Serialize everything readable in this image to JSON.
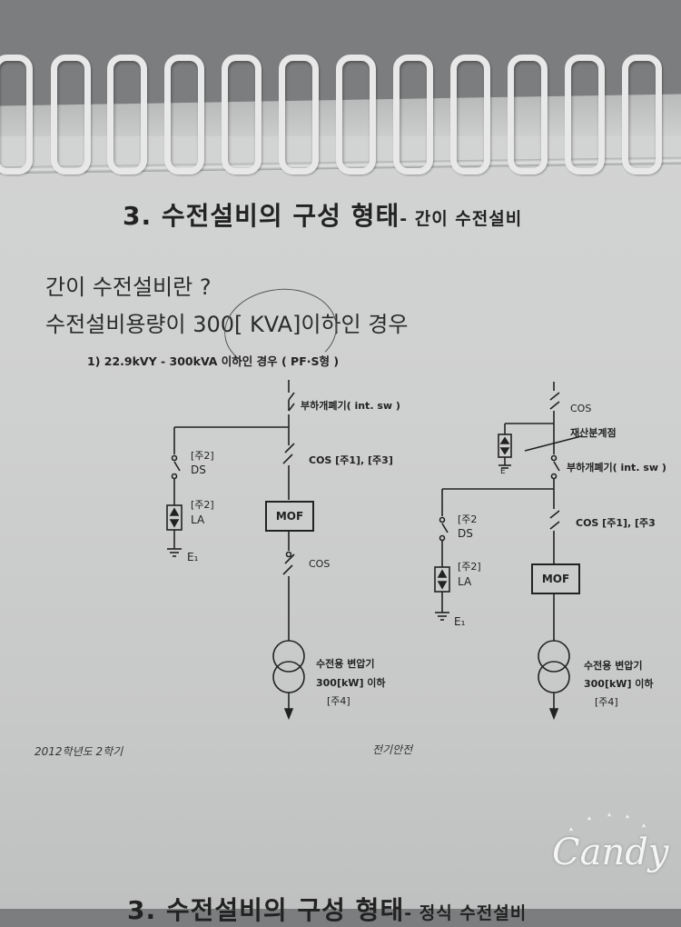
{
  "title": {
    "main": "3. 수전설비의 구성 형태",
    "sub": "- 간이 수전설비"
  },
  "question": "간이 수전설비란 ?",
  "definition": "수전설비용량이 300[ KVA]이하인 경우",
  "caption": "1) 22.9kVY - 300kVA 이하인 경우 ( PF·S형 )",
  "left_diagram": {
    "switch": "부하개폐기( int. sw )",
    "ds_note": "[주2]",
    "ds": "DS",
    "la_note": "[주2]",
    "la": "LA",
    "ground": "E₁",
    "cos_main": "COS [주1], [주3]",
    "mof": "MOF",
    "cos": "COS",
    "transformer": "수전용 변압기",
    "rating": "300[kW] 이하",
    "note4": "[주4]"
  },
  "right_diagram": {
    "cos_top": "COS",
    "boundary": "재산분계점",
    "ground_small": "E",
    "switch": "부하개폐기( int. sw )",
    "ds_note": "[주2",
    "ds": "DS",
    "la_note": "[주2]",
    "la": "LA",
    "ground": "E₁",
    "cos_main": "COS [주1], [주3",
    "mof": "MOF",
    "transformer": "수전용 변압기",
    "rating": "300[kW] 이하",
    "note4": "[주4]"
  },
  "footer": {
    "left": "2012학년도 2학기",
    "center": "전기안전"
  },
  "next_title": {
    "main": "3. 수전설비의 구성 형태",
    "sub": "- 정식 수전설비"
  },
  "watermark": "Candy"
}
